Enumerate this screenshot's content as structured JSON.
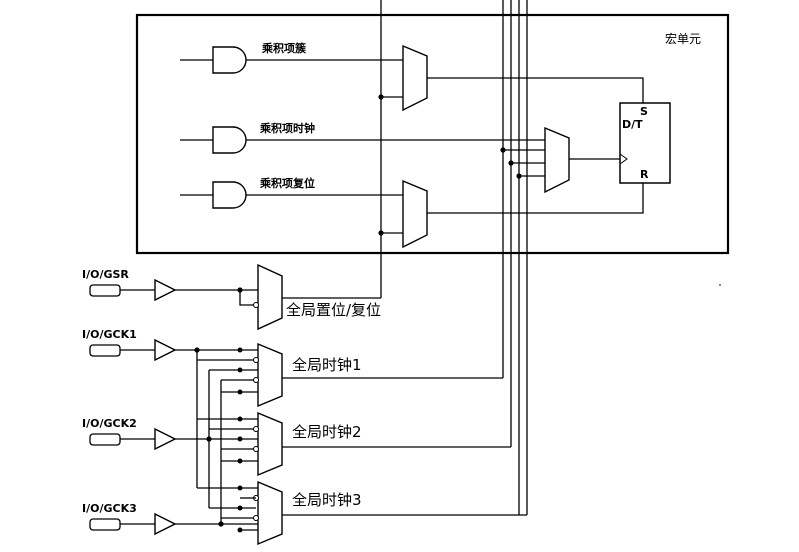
{
  "macrocell_label": "宏单元",
  "product_terms": {
    "set": "乘积项簇",
    "clock": "乘积项时钟",
    "reset": "乘积项复位"
  },
  "flipflop": {
    "s": "S",
    "dt": "D/T",
    "r": "R"
  },
  "pins": {
    "gsr": "I/O/GSR",
    "gck1": "I/O/GCK1",
    "gck2": "I/O/GCK2",
    "gck3": "I/O/GCK3"
  },
  "global": {
    "set_reset": "全局置位/复位",
    "clock1": "全局时钟1",
    "clock2": "全局时钟2",
    "clock3": "全局时钟3"
  }
}
